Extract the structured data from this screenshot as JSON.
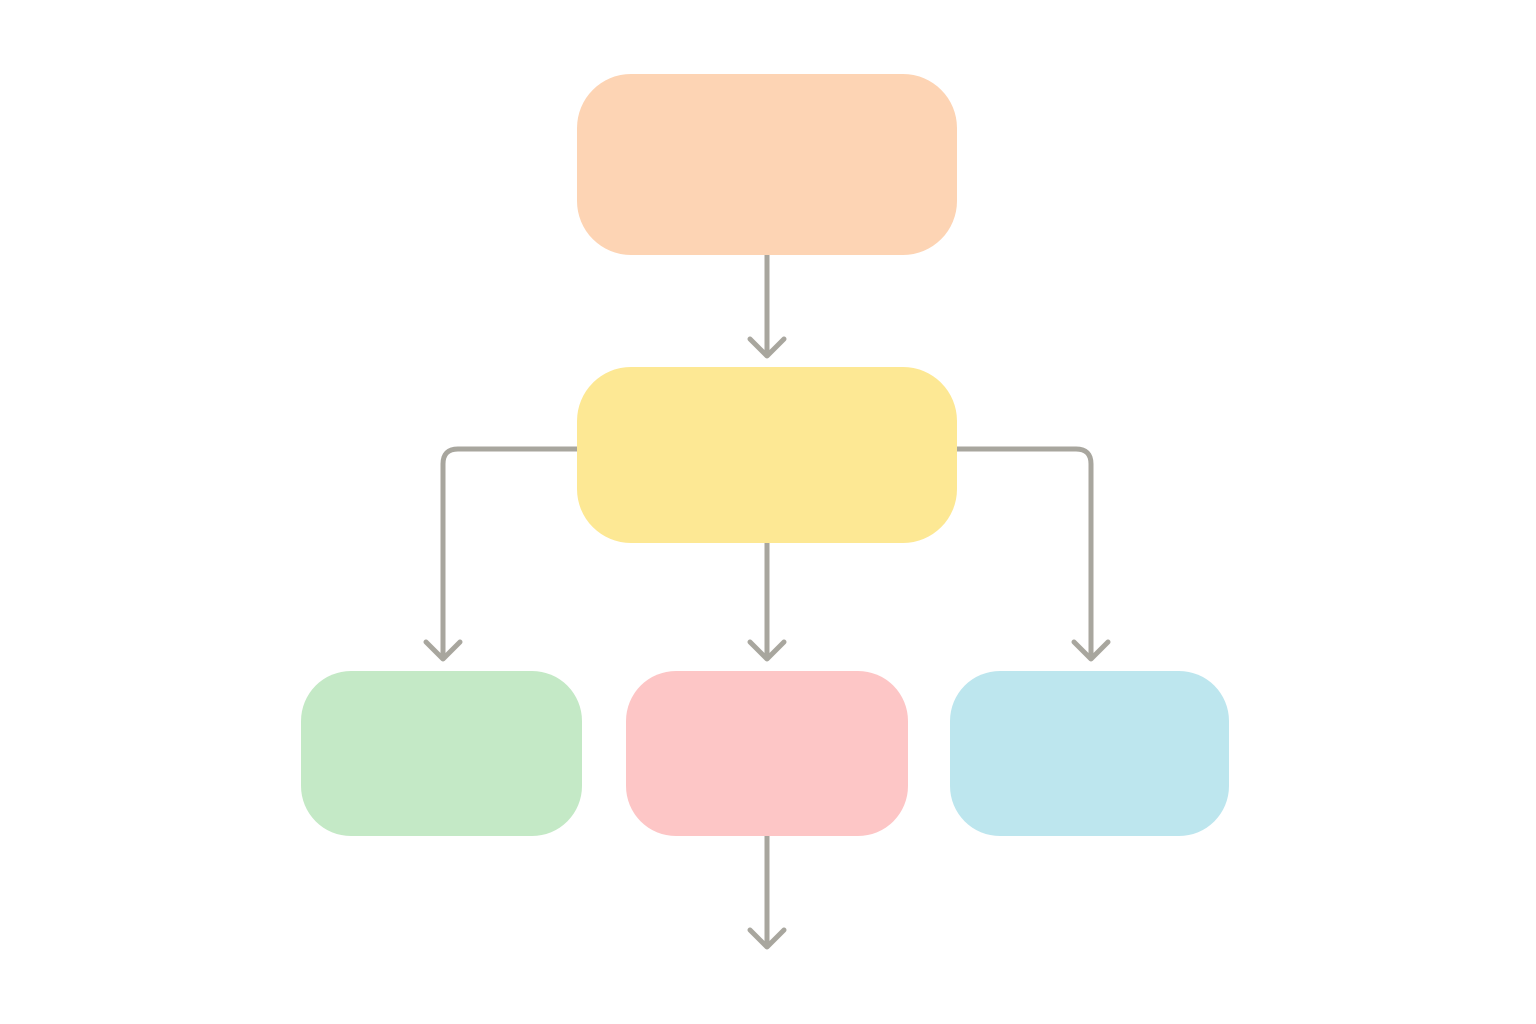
{
  "diagram": {
    "nodes": [
      {
        "id": "top",
        "label": "",
        "color": "#fdd4b4"
      },
      {
        "id": "middle",
        "label": "",
        "color": "#fde894"
      },
      {
        "id": "left",
        "label": "",
        "color": "#c4e9c6"
      },
      {
        "id": "center",
        "label": "",
        "color": "#fdc6c6"
      },
      {
        "id": "right",
        "label": "",
        "color": "#bde6ee"
      }
    ],
    "edges": [
      {
        "from": "top",
        "to": "middle"
      },
      {
        "from": "middle",
        "to": "left"
      },
      {
        "from": "middle",
        "to": "center"
      },
      {
        "from": "middle",
        "to": "right"
      },
      {
        "from": "center",
        "to": "off-canvas"
      }
    ],
    "connector_color": "#a8a69e"
  }
}
